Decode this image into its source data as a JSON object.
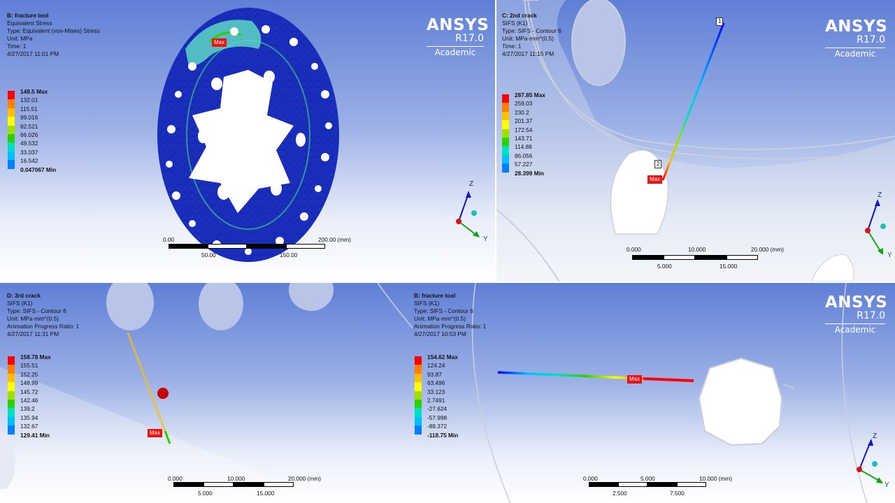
{
  "brand": {
    "name": "ANSYS",
    "version": "R17.0",
    "edition": "Academic"
  },
  "colors": {
    "legend10": [
      "#ff0000",
      "#ff7f00",
      "#ffbf00",
      "#ffff00",
      "#9fe000",
      "#2fd000",
      "#00e0c0",
      "#00bfff",
      "#0080ff",
      "#0000ff"
    ],
    "mesh_blue": "#1428b8",
    "marker_red": "#e01010"
  },
  "viewports": [
    {
      "id": "A",
      "info": {
        "title": "B: fracture tool",
        "lines": [
          "Equivalent Stress",
          "Type: Equivalent (von-Mises) Stress",
          "Unit: MPa",
          "Time: 1",
          "4/27/2017 11:01 PM"
        ]
      },
      "legend": [
        "148.5 Max",
        "132.01",
        "115.51",
        "99.016",
        "82.521",
        "66.026",
        "49.532",
        "33.037",
        "16.542",
        "0.047067 Min"
      ],
      "scale": {
        "top": [
          "0.00",
          "200.00 (mm)"
        ],
        "bottom": [
          "50.00",
          "150.00"
        ]
      },
      "marker": "Max"
    },
    {
      "id": "B",
      "info": {
        "title": "C: 2nd crack",
        "lines": [
          "SIFS (K1)",
          "Type: SIFS - Contour 6",
          "Unit: MPa·mm^(0.5)",
          "Time: 1",
          "4/27/2017 11:15 PM"
        ]
      },
      "legend": [
        "287.85 Max",
        "259.03",
        "230.2",
        "201.37",
        "172.54",
        "143.71",
        "114.88",
        "86.056",
        "57.227",
        "28.399 Min"
      ],
      "scale": {
        "top": [
          "0.000",
          "10.000",
          "20.000 (mm)"
        ],
        "bottom": [
          "5.000",
          "15.000"
        ]
      },
      "marker": "Max",
      "pins": [
        "1",
        "2"
      ]
    },
    {
      "id": "C",
      "info": {
        "title": "D: 3rd crack",
        "lines": [
          "SIFS (K1)",
          "Type: SIFS - Contour 6",
          "Unit: MPa·mm^(0.5)",
          "Animation Progress Ratio: 1",
          "4/27/2017 11:31 PM"
        ]
      },
      "legend": [
        "158.78 Max",
        "155.51",
        "152.25",
        "148.99",
        "145.72",
        "142.46",
        "139.2",
        "135.94",
        "132.67",
        "129.41 Min"
      ],
      "scale": {
        "top": [
          "0.000",
          "10.000",
          "20.000 (mm)"
        ],
        "bottom": [
          "5.000",
          "15.000"
        ]
      },
      "marker": "Max"
    },
    {
      "id": "D",
      "info": {
        "title": "B: fracture tool",
        "lines": [
          "SIFS (K1)",
          "Type: SIFS - Contour 6",
          "Unit: MPa·mm^(0.5)",
          "Animation Progress Ratio: 1",
          "4/27/2017 10:53 PM"
        ]
      },
      "legend": [
        "154.62 Max",
        "124.24",
        "93.87",
        "63.496",
        "33.123",
        "2.7491",
        "-27.624",
        "-57.998",
        "-88.372",
        "-118.75 Min"
      ],
      "scale": {
        "top": [
          "0.000",
          "5.000",
          "10.000 (mm)"
        ],
        "bottom": [
          "2.500",
          "7.500"
        ]
      },
      "marker": "Max"
    }
  ],
  "triad": {
    "z": "Z",
    "y": "Y"
  }
}
